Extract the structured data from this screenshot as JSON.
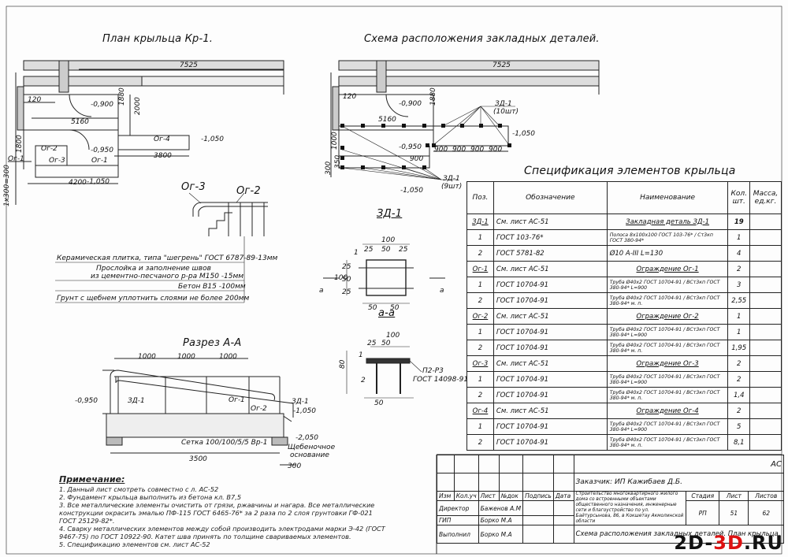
{
  "plan": {
    "title": "План крыльца Кр-1.",
    "dims": {
      "d7525": "7525",
      "d120": "120",
      "d1880": "1880",
      "d2000": "2000",
      "d5160": "5160",
      "d1800": "1800",
      "d3800": "3800",
      "d4200": "4200",
      "d1x300": "1х300=300"
    },
    "levels": {
      "l900": "-0,900",
      "l950": "-0,950",
      "l1050": "-1,050",
      "l1050b": "-1,050"
    },
    "labels": {
      "og2": "Ог-2",
      "og3": "Ог-3",
      "og1": "Ог-1",
      "og1b": "Ог-1",
      "og4": "Ог-4"
    }
  },
  "scheme": {
    "title": "Схема расположения закладных деталей.",
    "dims": {
      "d7525": "7525",
      "d120": "120",
      "d1880": "1880",
      "d5160": "5160",
      "d1000": "1000",
      "d350": "350",
      "d300": "300",
      "d900a": "900",
      "d900b": "900",
      "d900c": "900",
      "d900d": "900",
      "d900e": "900"
    },
    "levels": {
      "l900": "-0,900",
      "l950": "-0,950",
      "l1050": "-1,050",
      "l1050b": "-1,050"
    },
    "zd1top": "ЗД-1",
    "zd1topq": "(10шт)",
    "zd1bot": "ЗД-1",
    "zd1botq": "(9шт)"
  },
  "rail": {
    "og3": "Ог-3",
    "og2": "Ог-2"
  },
  "layers": [
    "Керамическая плитка, типа \"шегрень\" ГОСТ 6787-89-13мм",
    "Прослойка и заполнение швов",
    "из цементно-песчаного р-ра М150 -15мм",
    "Бетон В15 -100мм",
    "Грунт с щебнем уплотнить слоями не более 200мм"
  ],
  "section": {
    "title": "Разрез А-А",
    "dims": {
      "a": "1000",
      "b": "1000",
      "c": "1000",
      "d3500": "3500",
      "d300": "300"
    },
    "levels": {
      "l950": "-0,950",
      "l1050": "-1,050",
      "l2050": "-2,050"
    },
    "labels": {
      "zd1a": "ЗД-1",
      "zd1b": "ЗД-1",
      "og1": "Ог-1",
      "og2": "Ог-2",
      "setka": "Сетка 100/100/5/5 Вр-1",
      "shch1": "Щебеночное",
      "shch2": "основание"
    }
  },
  "detail": {
    "title": "ЗД-1",
    "subtitle": "а-а",
    "dims": {
      "d100": "100",
      "d25a": "25",
      "d50": "50",
      "d25b": "25",
      "d100b": "100",
      "d25c": "25",
      "d50b": "50",
      "d25d": "25",
      "d50c": "50",
      "d50d": "50",
      "d25e": "25",
      "d50e": "50",
      "d50f": "50",
      "d80": "80",
      "d100c": "100"
    },
    "labels": {
      "n1": "1",
      "n1b": "1",
      "n2": "2",
      "a1": "а",
      "a2": "а",
      "pipe": "П2-Р3",
      "gost": "ГОСТ 14098-91"
    }
  },
  "spec": {
    "title": "Спецификация элементов крыльца",
    "headers": {
      "pos": "Поз.",
      "oboz": "Обозначение",
      "name": "Наименование",
      "kol": "Кол. шт.",
      "mass": "Масса, ед.кг."
    },
    "rows": [
      {
        "pos": "ЗД-1",
        "oboz": "См. лист АС-51",
        "name": "Закладная деталь ЗД-1",
        "kol": "19",
        "mass": "",
        "hdr": true
      },
      {
        "pos": "1",
        "oboz": "ГОСТ 103-76*",
        "name": "Полоса 8х100х100 ГОСТ 103-76* / Ст3кп ГОСТ 380-94*",
        "kol": "1",
        "mass": ""
      },
      {
        "pos": "2",
        "oboz": "ГОСТ 5781-82",
        "name": "Ø10 А-III                L=130",
        "kol": "4",
        "mass": ""
      },
      {
        "pos": "Ог-1",
        "oboz": "См. лист АС-51",
        "name": "Ограждение Ог-1",
        "kol": "2",
        "mass": "",
        "hdr": true
      },
      {
        "pos": "1",
        "oboz": "ГОСТ 10704-91",
        "name": "Труба Ø40х2 ГОСТ 10704-91 / ВСт3кп ГОСТ 380-94*   L=900",
        "kol": "3",
        "mass": ""
      },
      {
        "pos": "2",
        "oboz": "ГОСТ 10704-91",
        "name": "Труба Ø40х2 ГОСТ 10704-91 / ВСт3кп ГОСТ 380-94*   м. п.",
        "kol": "2,55",
        "mass": ""
      },
      {
        "pos": "Ог-2",
        "oboz": "См. лист АС-51",
        "name": "Ограждение Ог-2",
        "kol": "1",
        "mass": "",
        "hdr": true
      },
      {
        "pos": "1",
        "oboz": "ГОСТ 10704-91",
        "name": "Труба Ø40х2 ГОСТ 10704-91 / ВСт3кп ГОСТ 380-94*   L=900",
        "kol": "1",
        "mass": ""
      },
      {
        "pos": "2",
        "oboz": "ГОСТ 10704-91",
        "name": "Труба Ø40х2 ГОСТ 10704-91 / ВСт3кп ГОСТ 380-94*   м. п.",
        "kol": "1,95",
        "mass": ""
      },
      {
        "pos": "Ог-3",
        "oboz": "См. лист АС-51",
        "name": "Ограждение Ог-3",
        "kol": "2",
        "mass": "",
        "hdr": true
      },
      {
        "pos": "1",
        "oboz": "ГОСТ 10704-91",
        "name": "Труба Ø40х2 ГОСТ 10704-91 / ВСт3кп ГОСТ 380-94*   L=900",
        "kol": "2",
        "mass": ""
      },
      {
        "pos": "2",
        "oboz": "ГОСТ 10704-91",
        "name": "Труба Ø40х2 ГОСТ 10704-91 / ВСт3кп ГОСТ 380-94*   м. п.",
        "kol": "1,4",
        "mass": ""
      },
      {
        "pos": "Ог-4",
        "oboz": "См. лист АС-51",
        "name": "Ограждение Ог-4",
        "kol": "2",
        "mass": "",
        "hdr": true
      },
      {
        "pos": "1",
        "oboz": "ГОСТ 10704-91",
        "name": "Труба Ø40х2 ГОСТ 10704-91 / ВСт3кп ГОСТ 380-94*   L=900",
        "kol": "5",
        "mass": ""
      },
      {
        "pos": "2",
        "oboz": "ГОСТ 10704-91",
        "name": "Труба Ø40х2 ГОСТ 10704-91 / ВСт3кп ГОСТ 380-94*   м. п.",
        "kol": "8,1",
        "mass": ""
      }
    ]
  },
  "notes": {
    "heading": "Примечание:",
    "items": [
      "1. Данный лист смотреть совместно с л. АС-52",
      "2. Фундамент крыльца выполнить из бетона кл. В7,5",
      "3. Все металлические элементы очистить от грязи, ржавчины и нагара. Все металлические",
      "   конструкции окрасить эмалью ПФ-115 ГОСТ 6465-76* за 2 раза по 2 слоя грунтовки ГФ-021",
      "   ГОСТ 25129-82*.",
      "4. Сварку металлических элементов между собой производить электродами марки Э-42 (ГОСТ",
      "   9467-75) по ГОСТ 10922-90. Катет шва принять по толщине свариваемых элементов.",
      "5. Спецификацию элементов см. лист АС-52"
    ]
  },
  "stamp": {
    "code": "АС",
    "customer": "Заказчик: ИП Кажибаев Д.Б.",
    "project": "Строительство многоквартирного жилого дома со встроенными объектами общественного назначения, инженерные сети и благоустройство по ул. Байтурсынова, 86, в Кокшетау Акмолинской области",
    "cols": {
      "izm": "Изм",
      "kol": "Кол.уч",
      "list": "Лист",
      "ndoc": "№док",
      "podp": "Подпись",
      "data": "Дата"
    },
    "roles": [
      {
        "role": "Директор",
        "name": "Баженов А.М"
      },
      {
        "role": "ГИП",
        "name": "Борко М.А"
      },
      {
        "role": "Выполнил",
        "name": "Борко М.А"
      }
    ],
    "sheet_title": "Схема расположения закладных деталей. План крыльца.",
    "stage_h": "Стадия",
    "list_h": "Лист",
    "lists_h": "Листов",
    "stage": "РП",
    "list": "51",
    "lists": "62"
  },
  "watermark": {
    "a": "2D-",
    "b": "3D",
    ".": ".RU"
  }
}
